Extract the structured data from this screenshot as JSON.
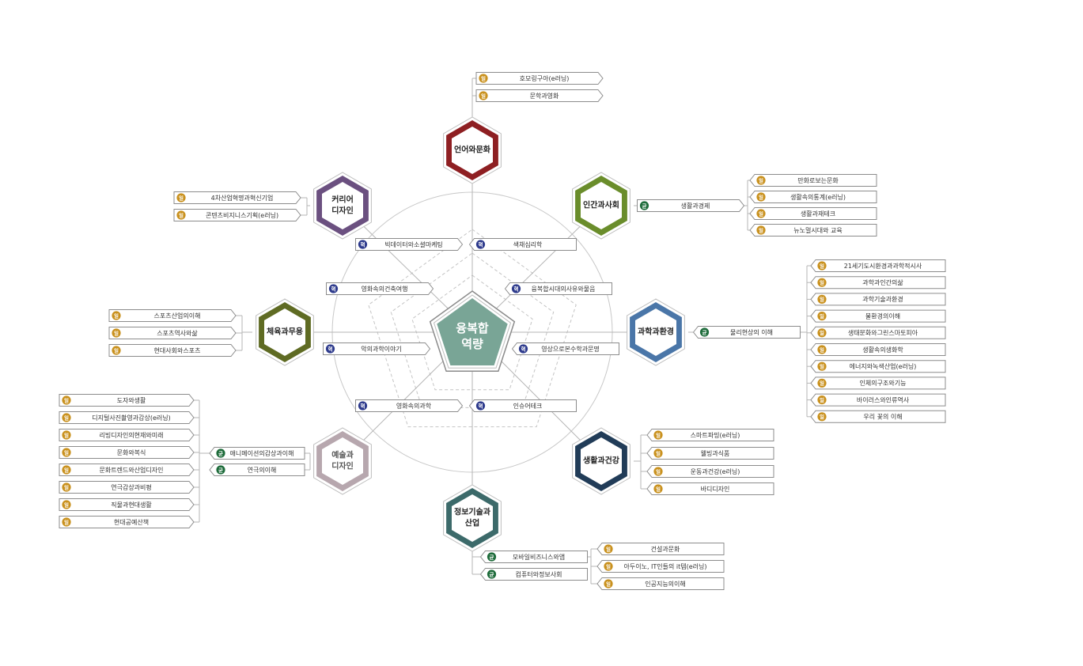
{
  "center": {
    "line1": "융복합",
    "line2": "역량"
  },
  "colors": {
    "badge_il": "#c9911e",
    "badge_hyeok": "#2d3a8c",
    "badge_gyun": "#1d6b3a",
    "center": "#79a596"
  },
  "hubs": [
    {
      "id": "language",
      "lines": [
        "언어와문화"
      ],
      "color": "#8e1f22",
      "light": false
    },
    {
      "id": "human",
      "lines": [
        "인간과사회"
      ],
      "color": "#6a8d2b",
      "light": false
    },
    {
      "id": "science",
      "lines": [
        "과학과환경"
      ],
      "color": "#4a76a8",
      "light": false
    },
    {
      "id": "health",
      "lines": [
        "생활과건강"
      ],
      "color": "#213c58",
      "light": false
    },
    {
      "id": "it",
      "lines": [
        "정보기술과",
        "산업"
      ],
      "color": "#3c6a6a",
      "light": false
    },
    {
      "id": "art",
      "lines": [
        "예술과",
        "디자인"
      ],
      "color": "#b7a7ae",
      "light": true
    },
    {
      "id": "sports",
      "lines": [
        "체육과무용"
      ],
      "color": "#5f6b23",
      "light": false
    },
    {
      "id": "career",
      "lines": [
        "커리어",
        "디자인"
      ],
      "color": "#6b5080",
      "light": false
    }
  ],
  "inner_items": [
    {
      "badge": "혁",
      "text": "빅데이터와소셜마케팅"
    },
    {
      "badge": "혁",
      "text": "색채심리학"
    },
    {
      "badge": "혁",
      "text": "영화속의건축여행"
    },
    {
      "badge": "혁",
      "text": "융복합시대의사유와물음"
    },
    {
      "badge": "혁",
      "text": "악의과학이야기"
    },
    {
      "badge": "혁",
      "text": "영상으로본수학과문명"
    },
    {
      "badge": "혁",
      "text": "영화속의과학"
    },
    {
      "badge": "혁",
      "text": "인슈어테크"
    }
  ],
  "branches": {
    "language": {
      "courses": [
        {
          "badge": "일",
          "text": "호모링구아(e러닝)"
        },
        {
          "badge": "일",
          "text": "문학과영화"
        }
      ]
    },
    "human": {
      "core": {
        "badge": "균",
        "text": "생활과경제"
      },
      "courses": [
        {
          "badge": "일",
          "text": "만화로보는문화"
        },
        {
          "badge": "일",
          "text": "생활속의통계(e러닝)"
        },
        {
          "badge": "일",
          "text": "생활과재테크"
        },
        {
          "badge": "일",
          "text": "뉴노멀시대와 교육"
        }
      ]
    },
    "science": {
      "core": {
        "badge": "균",
        "text": "물리현상의 이해"
      },
      "courses": [
        {
          "badge": "일",
          "text": "21세기도시환경과과학적시사"
        },
        {
          "badge": "일",
          "text": "과학과인간의삶"
        },
        {
          "badge": "일",
          "text": "과학기술과환경"
        },
        {
          "badge": "일",
          "text": "물환경의이해"
        },
        {
          "badge": "일",
          "text": "생태문화와그린스마토피아"
        },
        {
          "badge": "일",
          "text": "생활속의생화학"
        },
        {
          "badge": "일",
          "text": "에너지와녹색산업(e러닝)"
        },
        {
          "badge": "일",
          "text": "인체의구조와기능"
        },
        {
          "badge": "일",
          "text": "바이러스와인류역사"
        },
        {
          "badge": "일",
          "text": "우리 꽃의 이해"
        }
      ]
    },
    "health": {
      "courses": [
        {
          "badge": "일",
          "text": "스마트파밍(e러닝)"
        },
        {
          "badge": "일",
          "text": "웰빙과식품"
        },
        {
          "badge": "일",
          "text": "운동과건강(e러닝)"
        },
        {
          "badge": "일",
          "text": "바디디자인"
        }
      ]
    },
    "it": {
      "cores": [
        {
          "badge": "균",
          "text": "모바일비즈니스와앱"
        },
        {
          "badge": "균",
          "text": "컴퓨터와정보사회"
        }
      ],
      "courses": [
        {
          "badge": "일",
          "text": "건설과문화"
        },
        {
          "badge": "일",
          "text": "아두이노, IT인들의 it템(e러닝)"
        },
        {
          "badge": "일",
          "text": "인공지능의이해"
        }
      ]
    },
    "art": {
      "cores": [
        {
          "badge": "균",
          "text": "애니메이션의감상과이해"
        },
        {
          "badge": "균",
          "text": "연극의이해"
        }
      ],
      "courses": [
        {
          "badge": "일",
          "text": "도자와생활"
        },
        {
          "badge": "일",
          "text": "디지털사진촬영과감상(e러닝)"
        },
        {
          "badge": "일",
          "text": "리빙디자인의현재와미래"
        },
        {
          "badge": "일",
          "text": "문화와복식"
        },
        {
          "badge": "일",
          "text": "문화트렌드와산업디자인"
        },
        {
          "badge": "일",
          "text": "연극감상과비평"
        },
        {
          "badge": "일",
          "text": "직물과현대생활"
        },
        {
          "badge": "일",
          "text": "현대공예산책"
        }
      ]
    },
    "sports": {
      "courses": [
        {
          "badge": "일",
          "text": "스포츠산업의이해"
        },
        {
          "badge": "일",
          "text": "스포츠역사와삶"
        },
        {
          "badge": "일",
          "text": "현대사회와스포츠"
        }
      ]
    },
    "career": {
      "courses": [
        {
          "badge": "일",
          "text": "4차산업혁명과혁신기업"
        },
        {
          "badge": "일",
          "text": "콘텐츠비지니스기획(e러닝)"
        }
      ]
    }
  }
}
